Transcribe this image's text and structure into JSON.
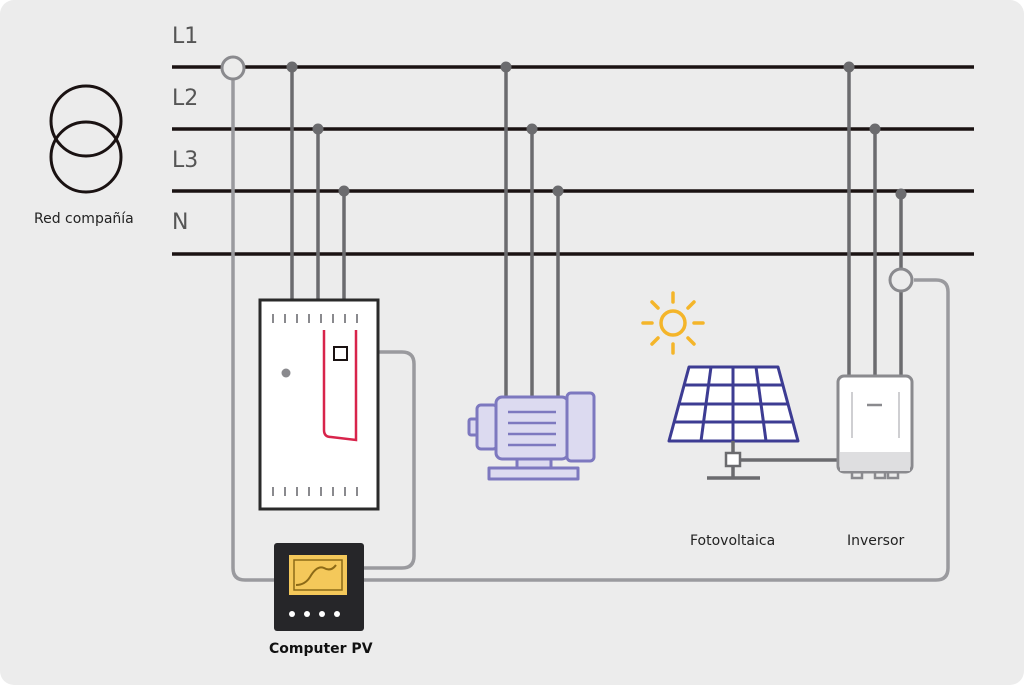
{
  "bus_labels": {
    "l1": "L1",
    "l2": "L2",
    "l3": "L3",
    "n": "N"
  },
  "labels": {
    "grid": "Red compañía",
    "photovoltaic": "Fotovoltaica",
    "inverter": "Inversor",
    "computer": "Computer PV"
  },
  "colors": {
    "background": "#ececec",
    "bus_line": "#1a1212",
    "wire": "#6b6b6e",
    "signal_wire": "#9a9a9e",
    "motor": "#7d78bf",
    "panel": "#3d3c93",
    "sun": "#f4b52a",
    "accent_red": "#d8244b",
    "screen": "#f4c85a"
  }
}
